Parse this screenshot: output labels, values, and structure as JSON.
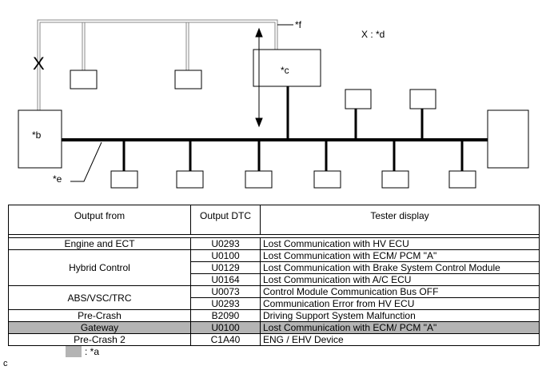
{
  "diagram": {
    "labels": {
      "b": "*b",
      "c": "*c",
      "d": "X : *d",
      "e": "*e",
      "f": "*f"
    },
    "cross_mark": "X"
  },
  "table": {
    "headers": [
      "Output from",
      "Output DTC",
      "Tester display"
    ],
    "rows": [
      {
        "from": "Engine and ECT",
        "dtc": "U0293",
        "display": "Lost Communication with HV ECU"
      },
      {
        "from": "Hybrid Control",
        "dtc": "U0100",
        "display": "Lost Communication with ECM/ PCM \"A\""
      },
      {
        "from": "",
        "dtc": "U0129",
        "display": "Lost Communication with Brake System Control  Module"
      },
      {
        "from": "",
        "dtc": "U0164",
        "display": "Lost Communication with A/C ECU"
      },
      {
        "from": "ABS/VSC/TRC",
        "dtc": "U0073",
        "display": "Control Module Communication Bus OFF"
      },
      {
        "from": "",
        "dtc": "U0293",
        "display": "Communication Error from HV ECU"
      },
      {
        "from": "Pre-Crash",
        "dtc": "B2090",
        "display": "Driving Support System Malfunction"
      },
      {
        "from": "Gateway",
        "dtc": "U0100",
        "display": "Lost Communication with ECM/ PCM \"A\"",
        "highlight": true
      },
      {
        "from": "Pre-Crash 2",
        "dtc": "C1A40",
        "display": "ENG / EHV Device"
      }
    ]
  },
  "legend": {
    "a": ": *a"
  },
  "corner_label": "c",
  "colors": {
    "highlight": "#b4b4b4"
  }
}
